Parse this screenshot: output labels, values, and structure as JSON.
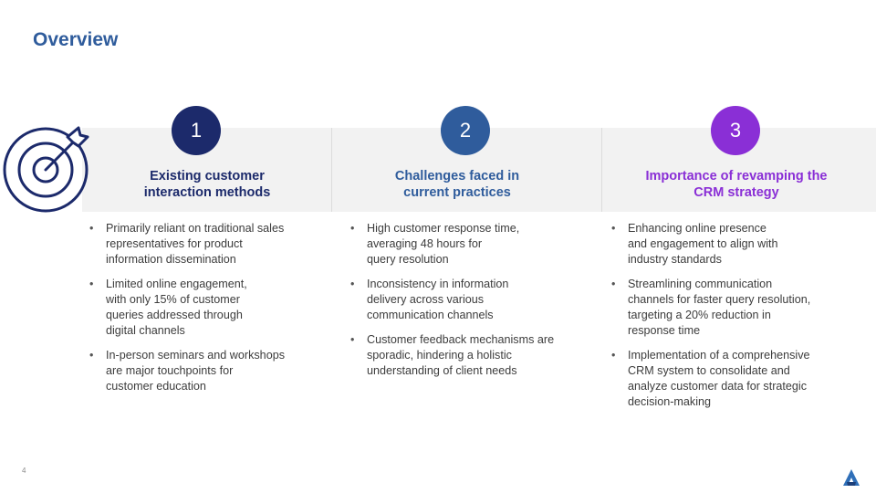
{
  "title": "Overview",
  "colors": {
    "title": "#2f5c9c",
    "navy": "#1c2a6b",
    "blue": "#2f5c9c",
    "purple": "#8a2fd6",
    "band": "#f2f2f2"
  },
  "icons": {
    "target": "target-arrow-icon",
    "logo": "company-logo-icon"
  },
  "columns": [
    {
      "number": "1",
      "heading": "Existing customer\ninteraction methods",
      "color": "#1c2a6b",
      "bullets": [
        "Primarily reliant on traditional sales\nrepresentatives for product\ninformation dissemination",
        "Limited online engagement,\nwith only 15% of customer\nqueries addressed through\ndigital channels",
        "In-person seminars and workshops\nare major touchpoints for\ncustomer education"
      ]
    },
    {
      "number": "2",
      "heading": "Challenges faced in\ncurrent practices",
      "color": "#2f5c9c",
      "bullets": [
        "High customer response time,\naveraging 48 hours for\nquery resolution",
        "Inconsistency in information\ndelivery across various\ncommunication channels",
        "Customer feedback mechanisms are\nsporadic, hindering a holistic\nunderstanding of client needs"
      ]
    },
    {
      "number": "3",
      "heading": "Importance of revamping the\nCRM strategy",
      "color": "#8a2fd6",
      "bullets": [
        "Enhancing online presence\nand engagement to align with\nindustry standards",
        "Streamlining communication\nchannels for faster query resolution,\ntargeting a 20% reduction in\nresponse time",
        "Implementation of a comprehensive\nCRM system to consolidate and\nanalyze customer data for strategic\ndecision-making"
      ]
    }
  ],
  "page_number": "4"
}
